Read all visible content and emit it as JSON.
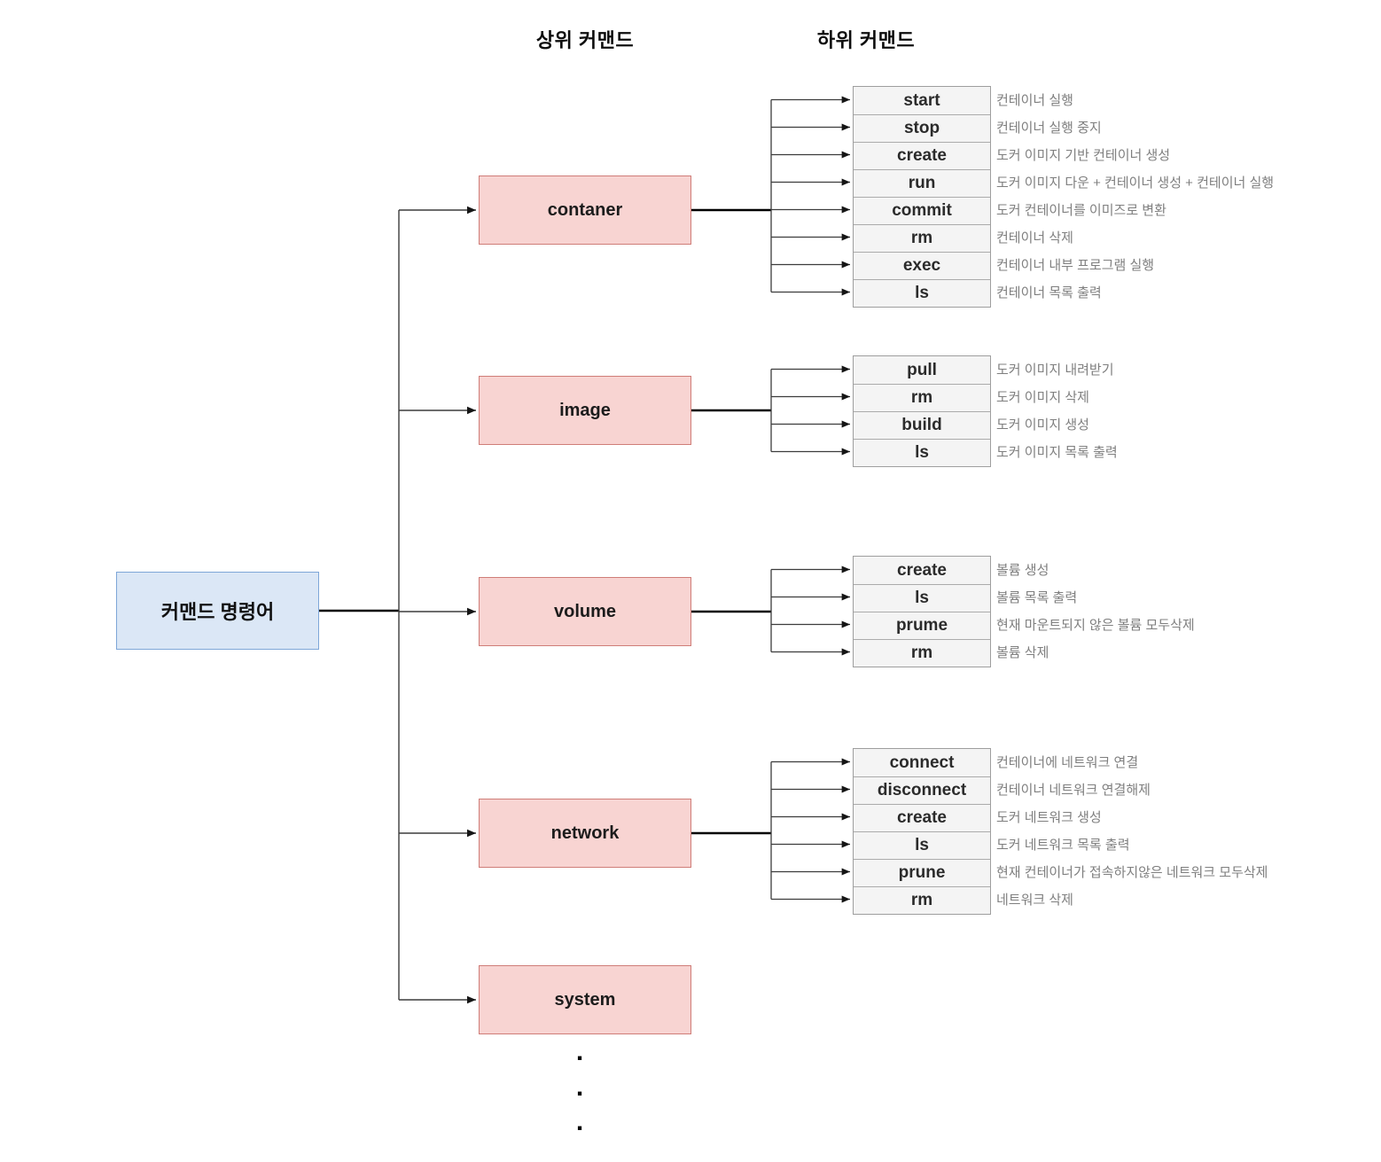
{
  "headers": {
    "parent": "상위 커맨드",
    "child": "하위 커맨드"
  },
  "root": {
    "label": "커맨드 명령어"
  },
  "parents": [
    {
      "label": "contaner"
    },
    {
      "label": "image"
    },
    {
      "label": "volume"
    },
    {
      "label": "network"
    },
    {
      "label": "system"
    }
  ],
  "groups": [
    {
      "parent": "contaner",
      "rows": [
        {
          "cmd": "start",
          "desc": "컨테이너 실행"
        },
        {
          "cmd": "stop",
          "desc": "컨테이너 실행 중지"
        },
        {
          "cmd": "create",
          "desc": "도커 이미지 기반 컨테이너 생성"
        },
        {
          "cmd": "run",
          "desc": "도커 이미지 다운 + 컨테이너 생성 + 컨테이너 실행"
        },
        {
          "cmd": "commit",
          "desc": "도커 컨테이너를 이미즈로 변환"
        },
        {
          "cmd": "rm",
          "desc": "컨테이너 삭제"
        },
        {
          "cmd": "exec",
          "desc": "컨테이너 내부 프로그램 실행"
        },
        {
          "cmd": "ls",
          "desc": "컨테이너 목록 출력"
        }
      ]
    },
    {
      "parent": "image",
      "rows": [
        {
          "cmd": "pull",
          "desc": "도커 이미지 내려받기"
        },
        {
          "cmd": "rm",
          "desc": "도커 이미지 삭제"
        },
        {
          "cmd": "build",
          "desc": "도커 이미지 생성"
        },
        {
          "cmd": "ls",
          "desc": "도커 이미지 목록 출력"
        }
      ]
    },
    {
      "parent": "volume",
      "rows": [
        {
          "cmd": "create",
          "desc": "볼륨 생성"
        },
        {
          "cmd": "ls",
          "desc": "볼륨 목록 출력"
        },
        {
          "cmd": "prume",
          "desc": "현재 마운트되지 않은 볼륨 모두삭제"
        },
        {
          "cmd": "rm",
          "desc": "볼륨 삭제"
        }
      ]
    },
    {
      "parent": "network",
      "rows": [
        {
          "cmd": "connect",
          "desc": "컨테이너에 네트워크 연결"
        },
        {
          "cmd": "disconnect",
          "desc": "컨테이너 네트워크 연결해제"
        },
        {
          "cmd": "create",
          "desc": "도커 네트워크 생성"
        },
        {
          "cmd": "ls",
          "desc": "도커 네트워크 목록 출력"
        },
        {
          "cmd": "prune",
          "desc": "현재 컨테이너가 접속하지않은 네트워크 모두삭제"
        },
        {
          "cmd": "rm",
          "desc": "네트워크 삭제"
        }
      ]
    }
  ],
  "ellipsis": [
    ".",
    ".",
    "."
  ],
  "colors": {
    "root_fill": "#dbe7f6",
    "root_border": "#7ea6d8",
    "parent_fill": "#f8d4d2",
    "parent_border": "#cf7d78",
    "subbox_fill": "#f4f4f4",
    "subbox_border": "#9e9e9e",
    "desc_text": "#7f7f7f",
    "connector": "#3c3c3c"
  }
}
